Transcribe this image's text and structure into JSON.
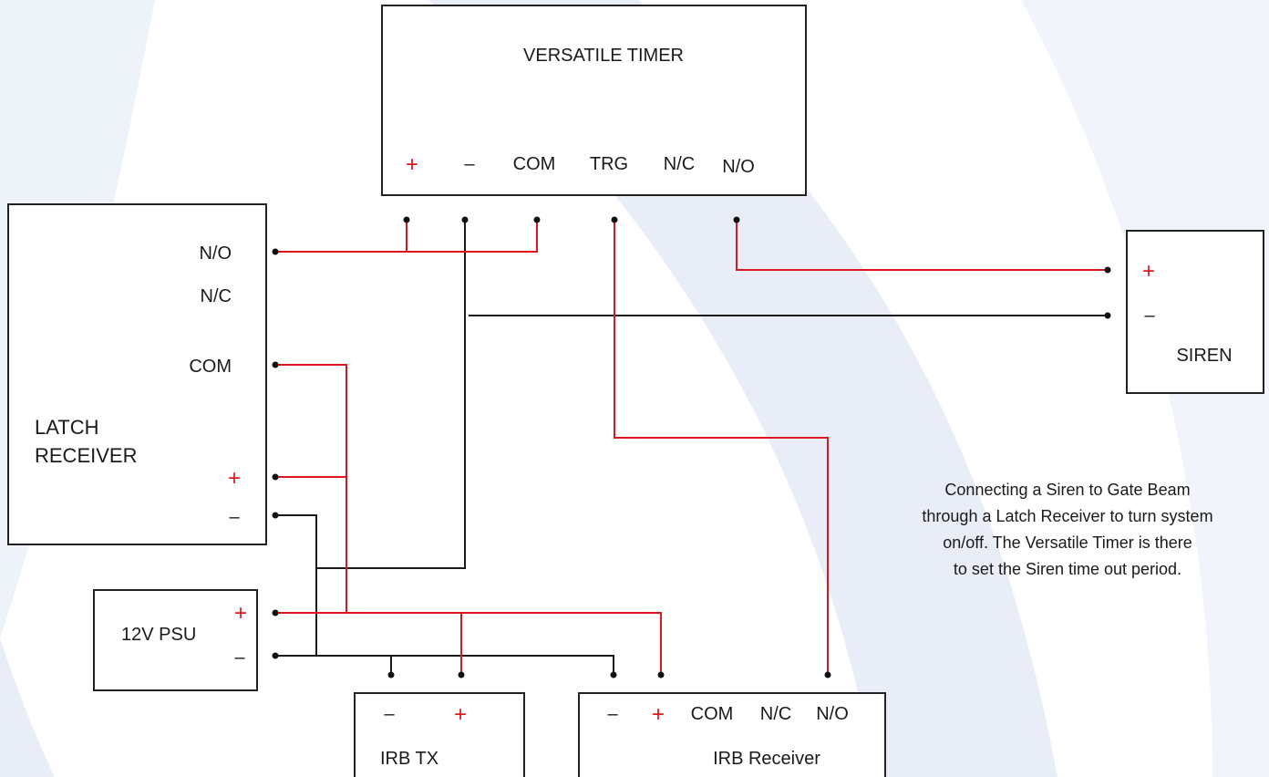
{
  "colors": {
    "wire_red": "#e0161e",
    "wire_black": "#1a1a1a",
    "background_stripe": "#e9eef8"
  },
  "versatile_timer": {
    "title": "VERSATILE TIMER",
    "terminals": {
      "plus": "+",
      "minus": "–",
      "com": "COM",
      "trg": "TRG",
      "nc": "N/C",
      "no": "N/O"
    }
  },
  "latch_receiver": {
    "title_line1": "LATCH",
    "title_line2": "RECEIVER",
    "terminals": {
      "no": "N/O",
      "nc": "N/C",
      "com": "COM",
      "plus": "+",
      "minus": "–"
    }
  },
  "siren": {
    "title": "SIREN",
    "terminals": {
      "plus": "+",
      "minus": "–"
    }
  },
  "psu": {
    "title": "12V PSU",
    "terminals": {
      "plus": "+",
      "minus": "–"
    }
  },
  "irb_tx": {
    "title": "IRB TX",
    "terminals": {
      "minus": "–",
      "plus": "+"
    }
  },
  "irb_receiver": {
    "title": "IRB Receiver",
    "terminals": {
      "minus": "–",
      "plus": "+",
      "com": "COM",
      "nc": "N/C",
      "no": "N/O"
    }
  },
  "note": {
    "line1": "Connecting a Siren to Gate Beam",
    "line2": "through a Latch Receiver to turn system",
    "line3": "on/off. The Versatile Timer is there",
    "line4": "to set the Siren time out period."
  }
}
